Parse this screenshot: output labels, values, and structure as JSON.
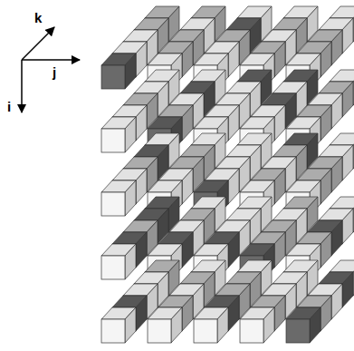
{
  "diagram": {
    "labels": [
      "k",
      "j",
      "i"
    ]
  }
}
